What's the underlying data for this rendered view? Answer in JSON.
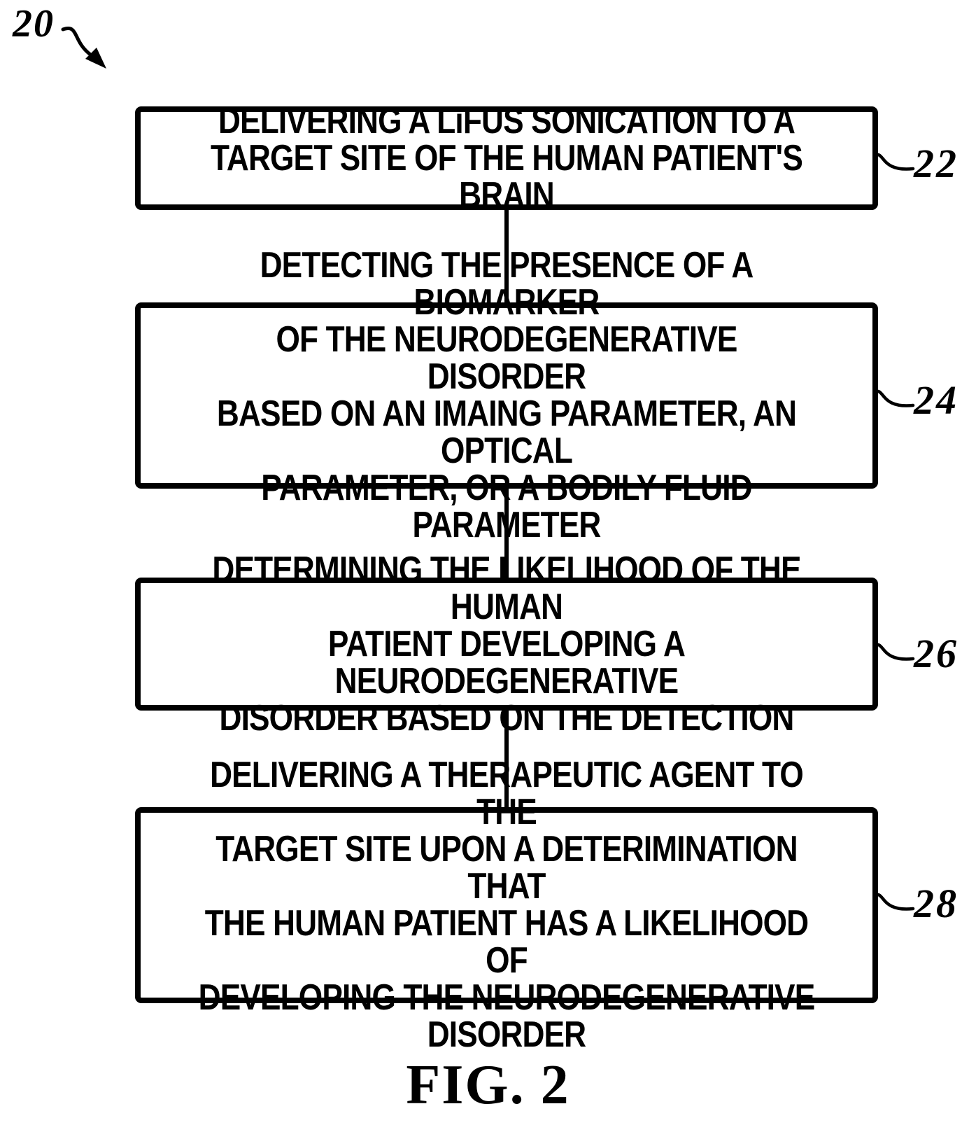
{
  "figure": {
    "type": "flowchart",
    "reference_label": "20",
    "caption": "FIG. 2"
  },
  "steps": [
    {
      "ref": "22",
      "text": "DELIVERING A LiFUS SONICATION TO A\nTARGET SITE OF THE HUMAN PATIENT'S BRAIN"
    },
    {
      "ref": "24",
      "text": "DETECTING THE PRESENCE OF A BIOMARKER\nOF THE NEURODEGENERATIVE DISORDER\nBASED ON AN IMAING PARAMETER, AN OPTICAL\nPARAMETER, OR A BODILY FLUID PARAMETER"
    },
    {
      "ref": "26",
      "text": "DETERMINING THE LIKELIHOOD OF THE HUMAN\nPATIENT DEVELOPING A NEURODEGENERATIVE\nDISORDER BASED ON THE DETECTION"
    },
    {
      "ref": "28",
      "text": "DELIVERING A THERAPEUTIC AGENT TO THE\nTARGET SITE UPON A DETERIMINATION THAT\nTHE HUMAN PATIENT HAS A LIKELIHOOD OF\nDEVELOPING THE NEURODEGENERATIVE\nDISORDER"
    }
  ],
  "colors": {
    "ink": "#000000",
    "background": "#ffffff"
  }
}
